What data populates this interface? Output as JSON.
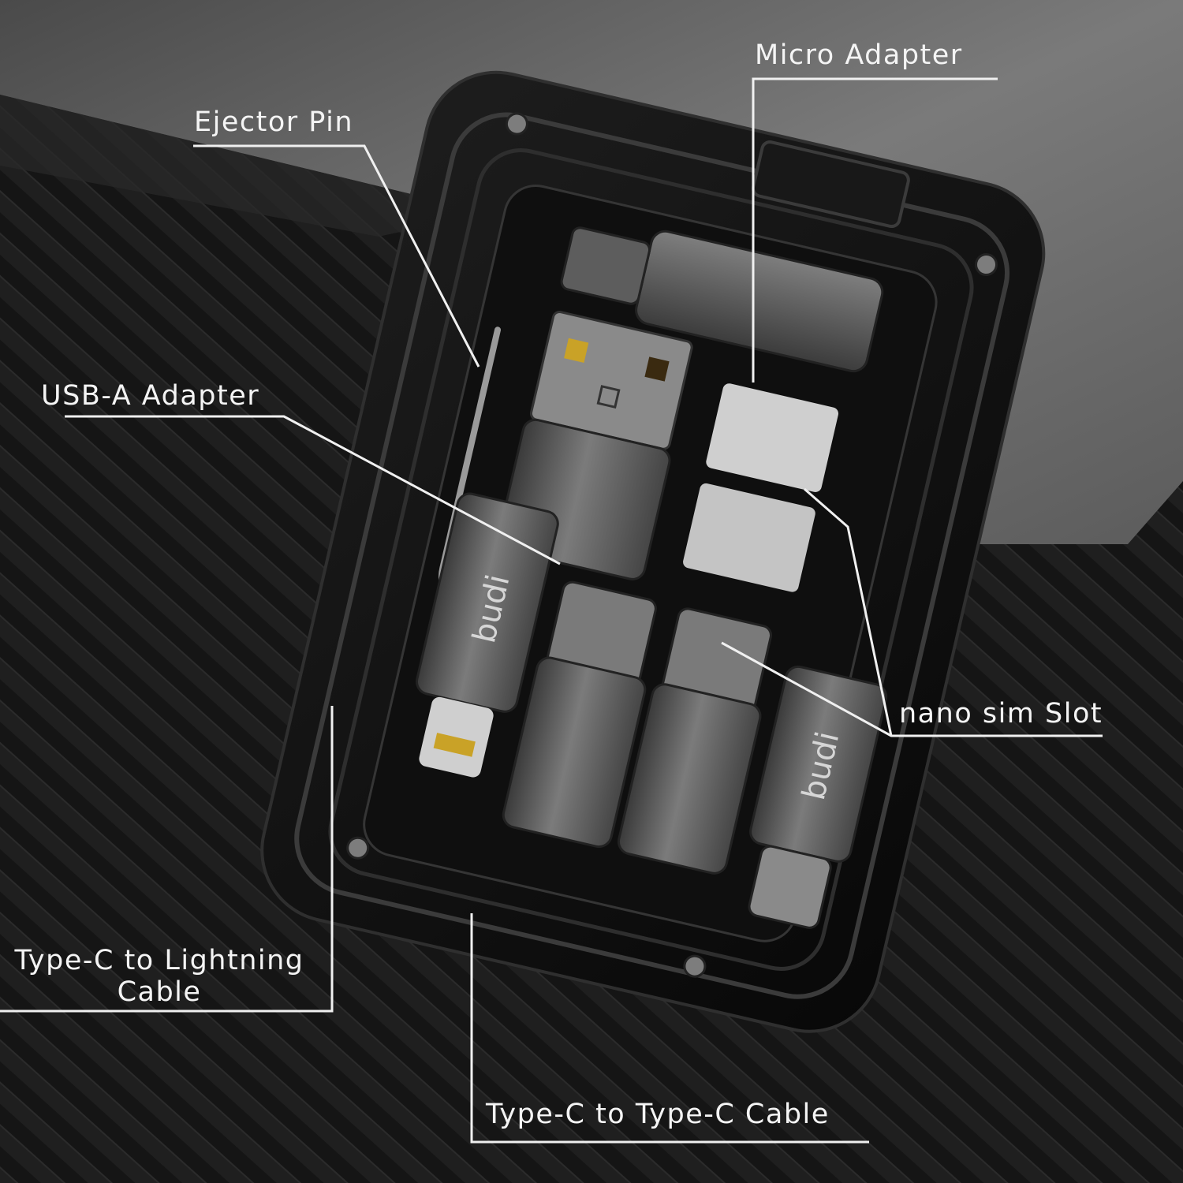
{
  "callouts": {
    "micro_adapter": "Micro Adapter",
    "ejector_pin": "Ejector Pin",
    "usb_a_adapter": "USB-A Adapter",
    "nano_sim_slot": "nano sim Slot",
    "lightning_cable_line1": "Type-C to Lightning",
    "lightning_cable_line2": "Cable",
    "type_c_cable": "Type-C to Type-C Cable"
  },
  "brand": {
    "logo_text": "budi"
  },
  "colors": {
    "background": "#141414",
    "grey_surface": "#6b6b6b",
    "case_body": "#0c0c0c",
    "metal": "#5a5a5a",
    "label_text": "#f4f4f4",
    "leader_line": "#f0f0f0"
  }
}
